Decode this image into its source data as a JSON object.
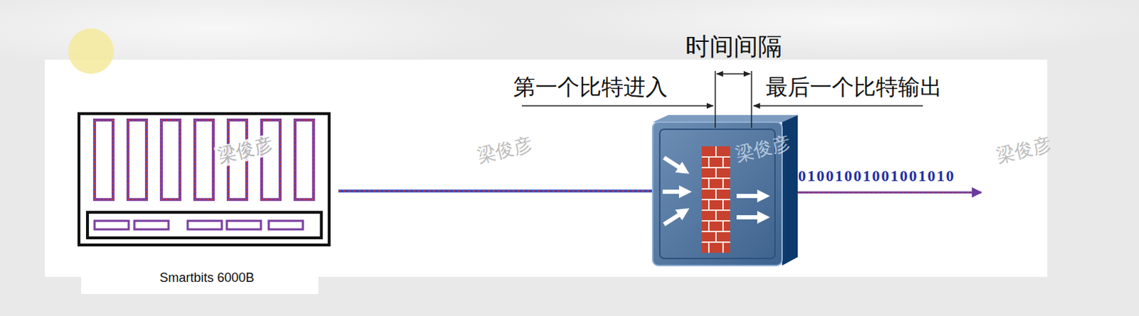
{
  "diagram": {
    "nodes": [
      {
        "text": [
          "Smartbits 6000B"
        ]
      }
    ],
    "labels": [
      "时间间隔",
      "第一个比特进入",
      "最后一个比特输出",
      "01001001001001010",
      "梁俊彦",
      "梁俊彦",
      "梁俊彦",
      "梁俊彦"
    ]
  }
}
